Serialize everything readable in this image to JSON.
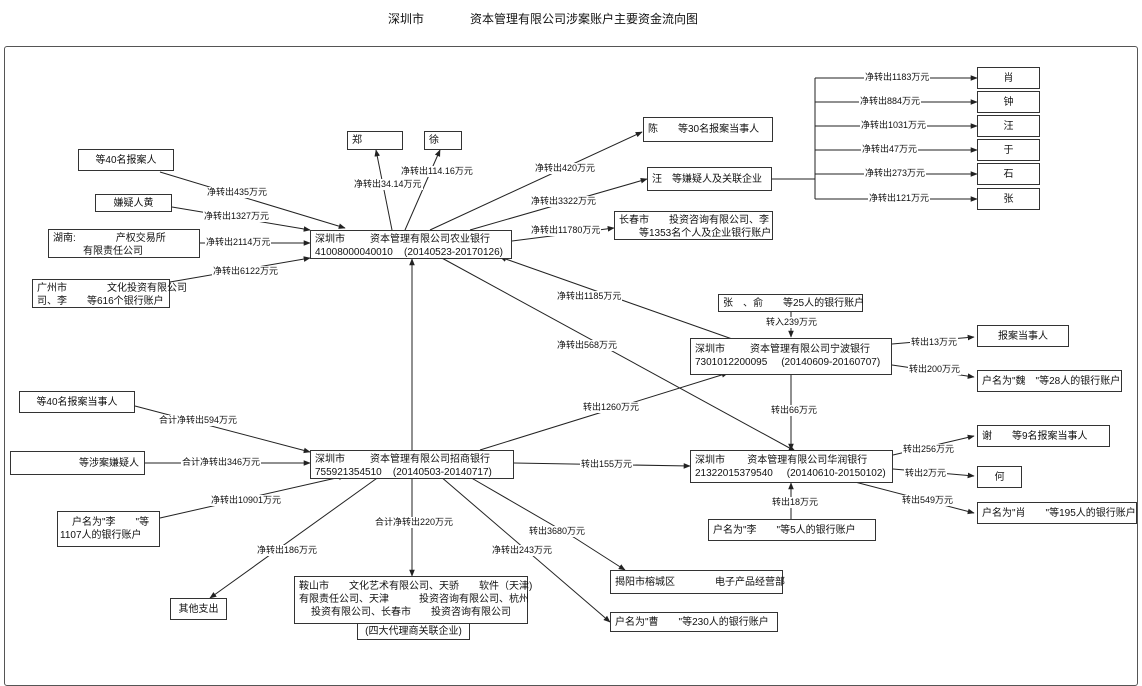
{
  "title": {
    "a": "深圳市",
    "b": "资本管理有限公司涉案账户主要资金流向图"
  },
  "nodes": {
    "abc": {
      "l1a": "深圳市",
      "l1b": "资本管理有限公司农业银行",
      "l2a": "41008000040010",
      "l2b": "(20140523-20170126)"
    },
    "cmb": {
      "l1a": "深圳市",
      "l1b": "资本管理有限公司招商银行",
      "l2a": "755921354510",
      "l2b": "(20140503-20140717)"
    },
    "nb": {
      "l1a": "深圳市",
      "l1b": "资本管理有限公司宁波银行",
      "l2a": "7301012200095",
      "l2b": "(20140609-20160707)"
    },
    "hr": {
      "l1a": "深圳市",
      "l1b": "资本管理有限公司华润银行",
      "l2a": "21322015379540",
      "l2b": "(20140610-20150102)"
    },
    "zheng": "郑",
    "xu": "徐",
    "chen": "陈　　等30名报案当事人",
    "wang": "汪　等嫌疑人及关联企业",
    "changchun": {
      "l1": "长春市　　投资咨询有限公司、李",
      "l2": "等1353名个人及企业银行账户"
    },
    "r40a": "等40名报案人",
    "huang": "嫌疑人黄",
    "hunan": {
      "l1": "湖南:　　　　产权交易所",
      "l2": "有限责任公司"
    },
    "guangzhou": {
      "l1": "广州市　　　　文化投资有限公司",
      "l2": "司、李　　等616个银行账户"
    },
    "xiao": "肖",
    "zhong": "钟",
    "wang2": "汪",
    "yu": "于",
    "shi": "石",
    "zhang": "张",
    "zhangyu": "张　、俞　　等25人的银行账户",
    "baoan": "报案当事人",
    "wei": "户名为\"魏　\"等28人的银行账户",
    "xie": "谢　　等9名报案当事人",
    "he": "何",
    "xiao195": "户名为\"肖　　\"等195人的银行账户",
    "li5": "户名为\"李　　\"等5人的银行账户",
    "r40b": "等40名报案当事人",
    "suspects": "等涉案嫌疑人",
    "li1107": {
      "l1": "户名为\"李　　\"等",
      "l2": "1107人的银行账户"
    },
    "qita": "其他支出",
    "anshan": {
      "l1": "鞍山市　　文化艺术有限公司、天骄　　软件（天津)",
      "l2": "有限责任公司、天津　　　投资咨询有限公司、杭州",
      "l3": "投资有限公司、长春市　　投资咨询有限公司"
    },
    "sida": "(四大代理商关联企业)",
    "jieyang": "揭阳市榕城区　　　　电子产品经营部",
    "cao": "户名为\"曹　　\"等230人的银行账户"
  },
  "labels": {
    "a1": "净转出435万元",
    "a2": "净转出1327万元",
    "a3": "净转出2114万元",
    "a4": "净转出6122万元",
    "a5": "净转出34.14万元",
    "a6": "净转出114.16万元",
    "a7": "净转出420万元",
    "a8": "净转出3322万元",
    "a9": "净转出11780万元",
    "a10": "净转出1185万元",
    "a11": "净转出568万元",
    "w1": "净转出1183万元",
    "w2": "净转出884万元",
    "w3": "净转出1031万元",
    "w4": "净转出47万元",
    "w5": "净转出273万元",
    "w6": "净转出121万元",
    "n1": "转入239万元",
    "n2": "转出13万元",
    "n3": "转出200万元",
    "n4": "转出66万元",
    "c1": "合计净转出594万元",
    "c2": "合计净转出346万元",
    "c3": "转出1260万元",
    "c4": "转出155万元",
    "c5": "净转出10901万元",
    "c6": "合计净转出220万元",
    "c7": "转出3680万元",
    "c8": "净转出186万元",
    "c9": "净转出243万元",
    "h1": "转出256万元",
    "h2": "转出2万元",
    "h3": "转出549万元",
    "h4": "转出18万元"
  },
  "colors": {
    "line": "#222222",
    "border": "#333333"
  }
}
